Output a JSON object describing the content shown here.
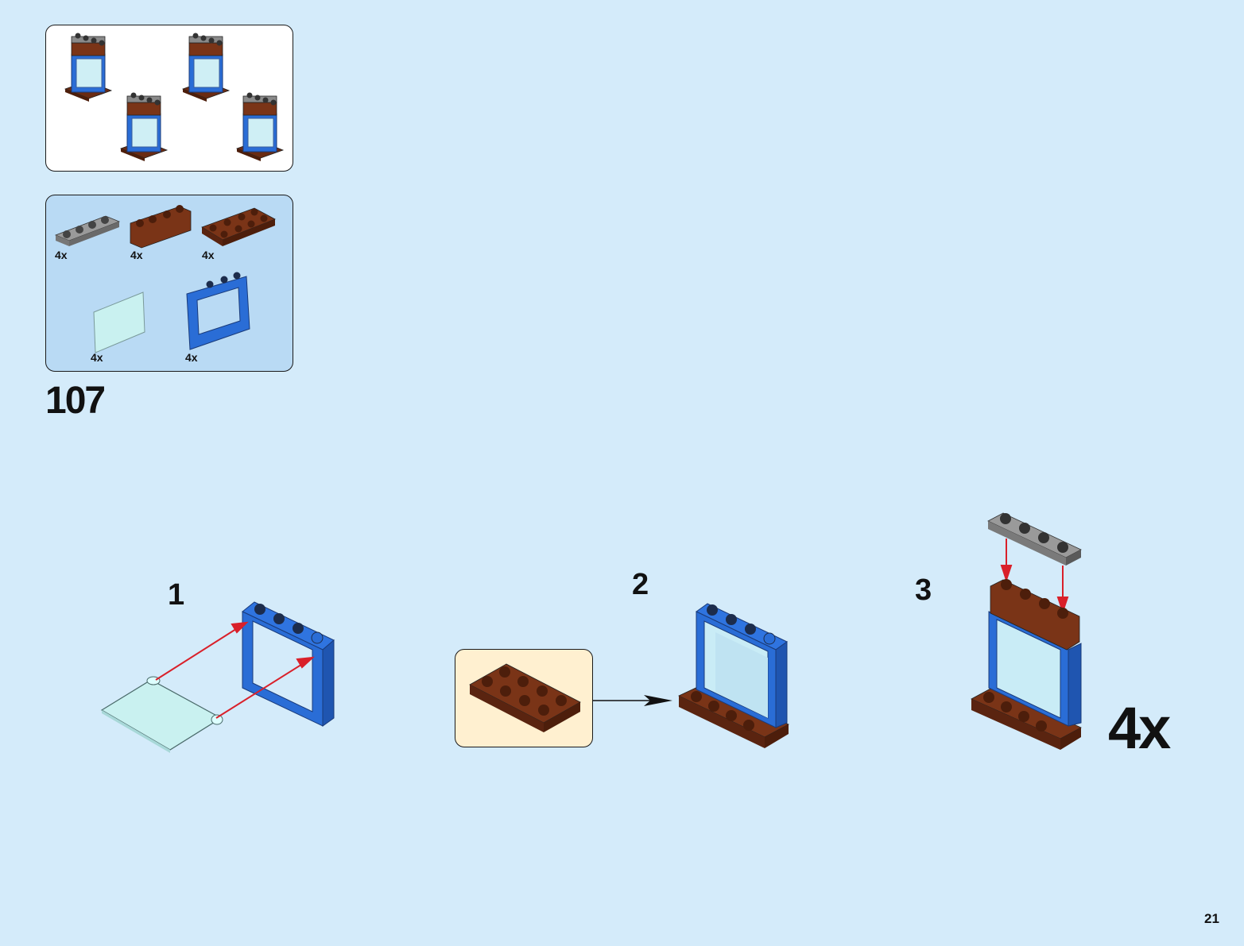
{
  "page": {
    "page_number": "21",
    "background_color": "#d4ebfa"
  },
  "result_preview": {
    "description": "4 completed window assemblies",
    "count": 4
  },
  "parts_list": {
    "items": [
      {
        "name": "grey-plate-1x4",
        "color": "#8a8a8a",
        "quantity": "4x"
      },
      {
        "name": "brown-brick-1x4",
        "color": "#7a3417",
        "quantity": "4x"
      },
      {
        "name": "brown-plate-2x4",
        "color": "#7a3417",
        "quantity": "4x"
      },
      {
        "name": "trans-light-blue-glass-1x4x3",
        "color": "#bdeff0",
        "quantity": "4x"
      },
      {
        "name": "blue-window-frame-1x4x3",
        "color": "#2a6dd6",
        "quantity": "4x"
      }
    ]
  },
  "main_step": {
    "number": "107"
  },
  "sub_steps": [
    {
      "number": "1"
    },
    {
      "number": "2"
    },
    {
      "number": "3",
      "multiplier": "4x"
    }
  ],
  "colors": {
    "blue": "#2a6dd6",
    "brown": "#7a3417",
    "grey": "#8a8a8a",
    "glass": "#bdeff0",
    "arrow_red": "#d9202a",
    "callout_bg": "#fff0d0"
  }
}
